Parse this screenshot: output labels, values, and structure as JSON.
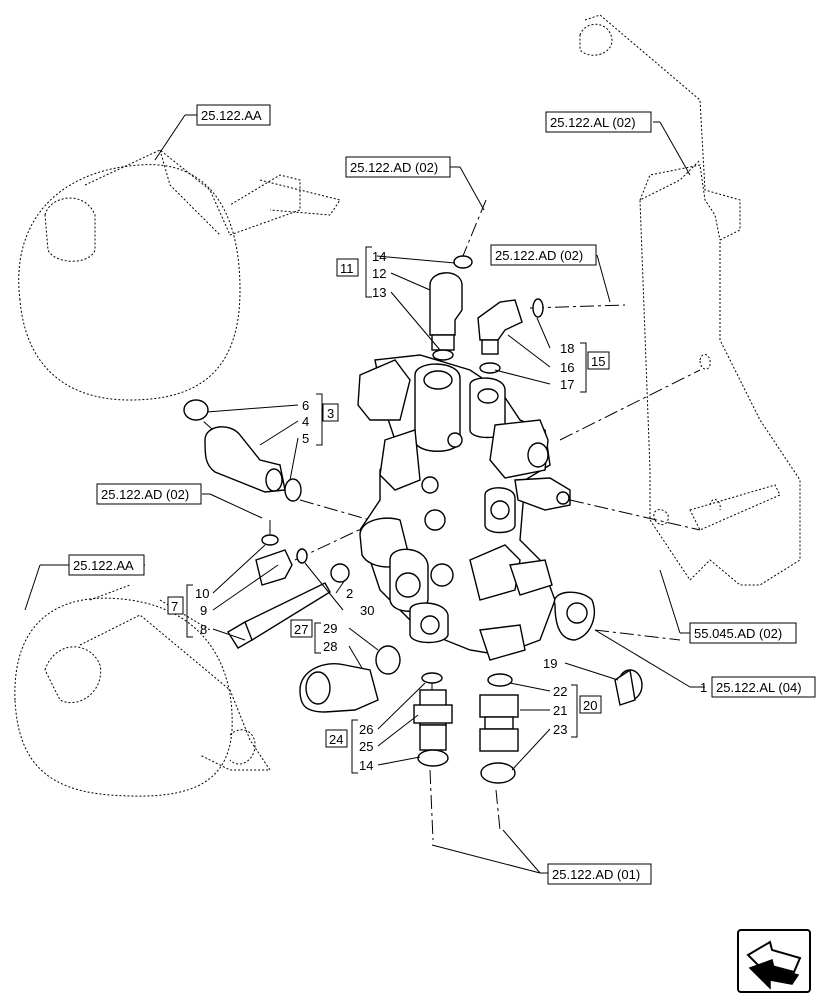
{
  "references": {
    "r_aa_top": "25.122.AA",
    "r_al02": "25.122.AL (02)",
    "r_ad02_top": "25.122.AD (02)",
    "r_ad02_right": "25.122.AD (02)",
    "r_ad02_left": "25.122.AD (02)",
    "r_aa_left": "25.122.AA",
    "r_045": "55.045.AD (02)",
    "r_al04": "25.122.AL (04)",
    "r_ad01": "25.122.AD (01)"
  },
  "groups": {
    "g11": "11",
    "g15": "15",
    "g3": "3",
    "g7": "7",
    "g27": "27",
    "g24": "24",
    "g20": "20"
  },
  "callouts": {
    "c14a": "14",
    "c12": "12",
    "c13": "13",
    "c18": "18",
    "c16": "16",
    "c17": "17",
    "c6": "6",
    "c4": "4",
    "c5": "5",
    "c10": "10",
    "c9": "9",
    "c8": "8",
    "c2": "2",
    "c30": "30",
    "c29": "29",
    "c28": "28",
    "c26": "26",
    "c25": "25",
    "c14b": "14",
    "c22": "22",
    "c21": "21",
    "c23": "23",
    "c19": "19",
    "c1": "1"
  },
  "icons": {
    "nav": "arrow-nav-icon"
  }
}
